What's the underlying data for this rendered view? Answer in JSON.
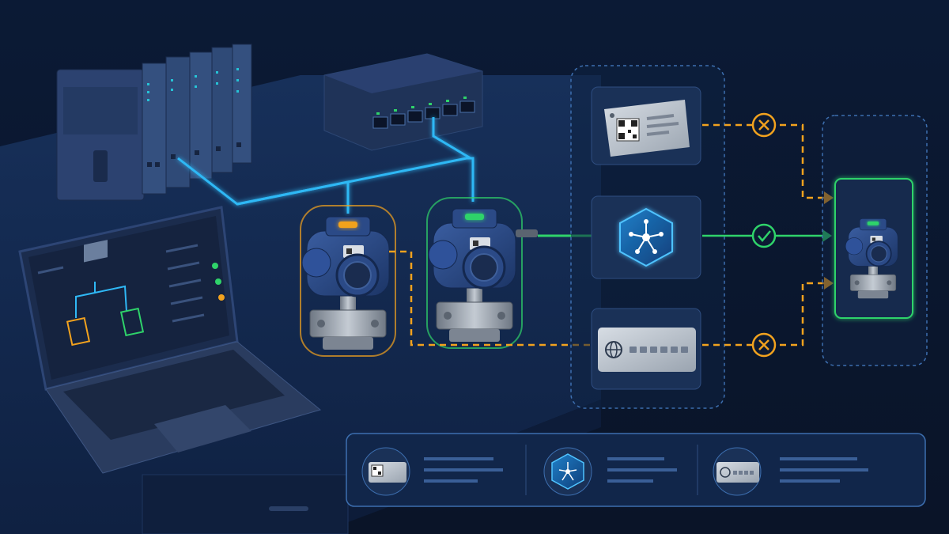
{
  "colors": {
    "background": "#0c1a33",
    "desk": "#132848",
    "network_cable": "#2fb8f5",
    "accepted": "#2fd36a",
    "rejected": "#f2a21e",
    "panel_border": "#3d6fb0",
    "device_body": "#2a4a85",
    "steel": "#9aa3ae"
  },
  "icons": {
    "plc": "plc-rack-icon",
    "switch": "network-switch-icon",
    "laptop": "laptop-icon",
    "transmitter": "pressure-transmitter-icon",
    "qr_tag": "qr-code-tag-icon",
    "node_hex": "network-node-hexagon-icon",
    "web_card": "globe-password-card-icon",
    "accept": "check-circle-icon",
    "reject": "x-circle-icon",
    "summary": "comparison-legend-panel"
  },
  "devices": [
    {
      "name": "transmitter-left",
      "status_led": "#f2a21e"
    },
    {
      "name": "transmitter-right",
      "status_led": "#2fd36a"
    },
    {
      "name": "transmitter-result",
      "status_led": "#2fd36a"
    }
  ],
  "identification_methods": [
    {
      "name": "qr-label",
      "result": "rejected"
    },
    {
      "name": "network-discovery",
      "result": "accepted"
    },
    {
      "name": "web-credentials",
      "result": "rejected"
    }
  ]
}
